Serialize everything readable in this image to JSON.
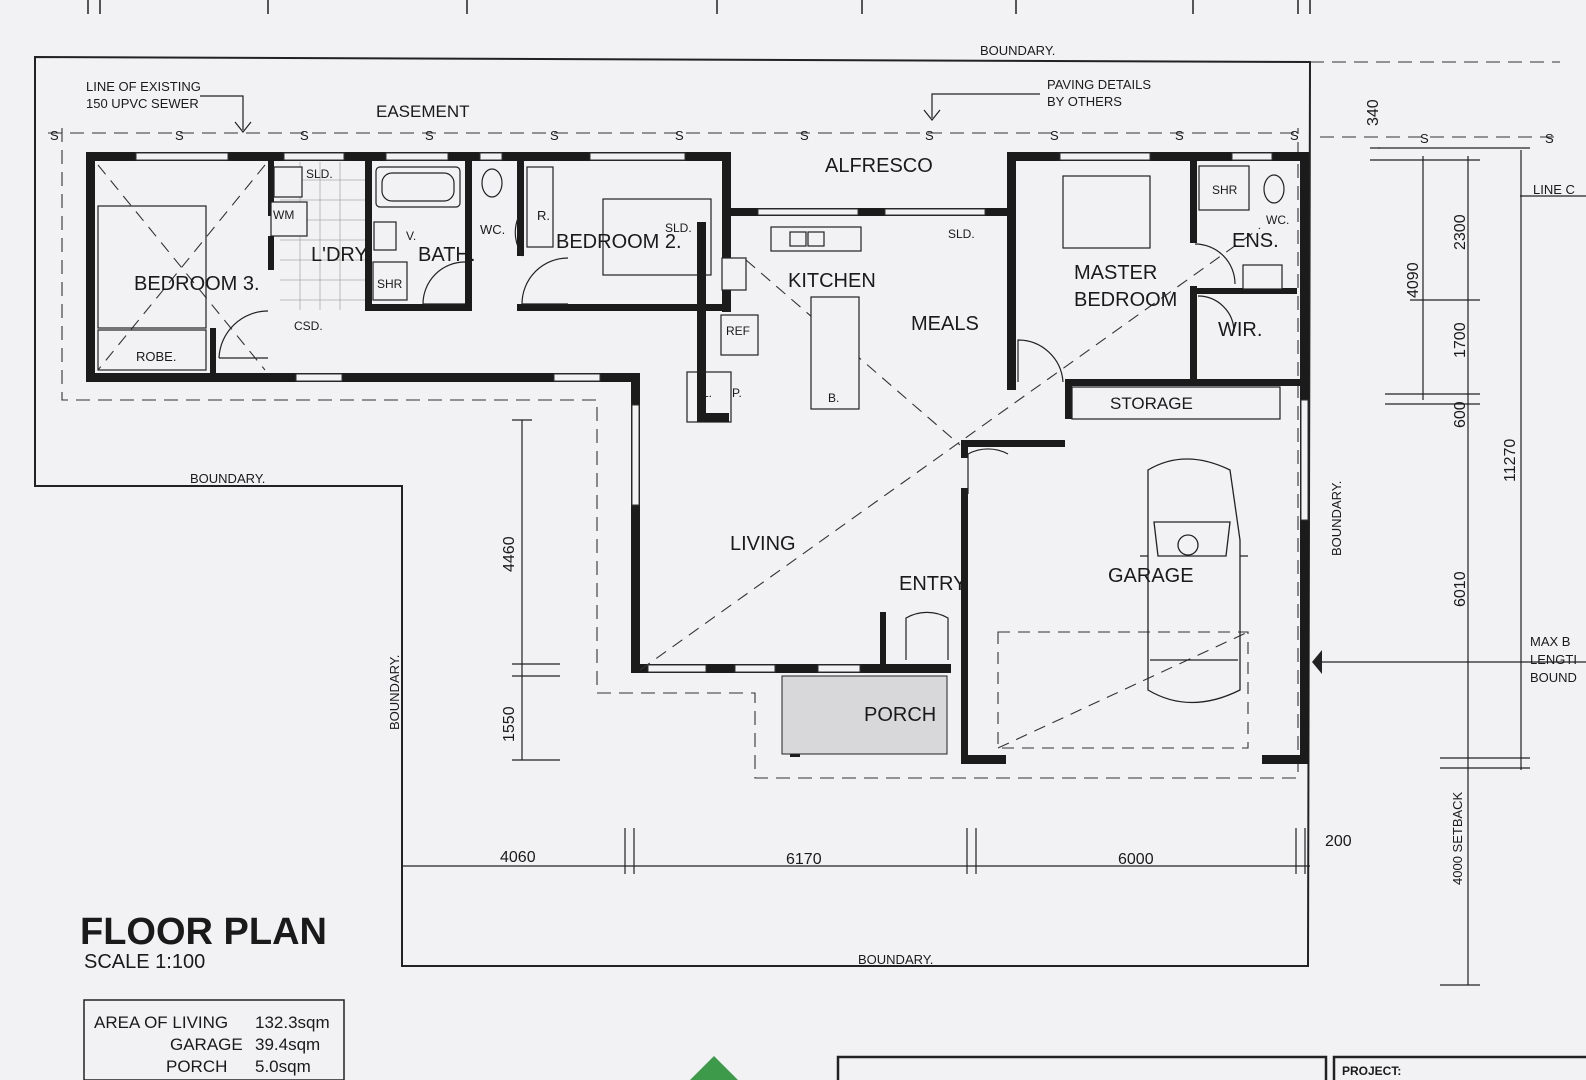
{
  "title": {
    "main": "FLOOR PLAN",
    "scale": "SCALE 1:100"
  },
  "notes": {
    "sewer_line1": "LINE OF EXISTING",
    "sewer_line2": "150 UPVC SEWER",
    "easement": "EASEMENT",
    "paving_line1": "PAVING DETAILS",
    "paving_line2": "BY OTHERS",
    "boundary_top": "BOUNDARY.",
    "boundary_left": "BOUNDARY.",
    "boundary_mid_left": "BOUNDARY.",
    "boundary_bottom": "BOUNDARY.",
    "boundary_right": "BOUNDARY.",
    "line_right": "LINE C",
    "maxb1": "MAX B",
    "maxb2": "LENGTI",
    "maxb3": "BOUND",
    "sewer_mark": "S"
  },
  "rooms": {
    "bedroom3": "BEDROOM 3.",
    "robe": "ROBE.",
    "csd": "CSD.",
    "wm": "WM",
    "laundry": "L'DRY",
    "sld_laundry": "SLD.",
    "v": "V.",
    "bath": "BATH.",
    "shr": "SHR",
    "wc1": "WC.",
    "r": "R.",
    "bedroom2": "BEDROOM 2.",
    "sld_bed2": "SLD.",
    "alfresco": "ALFRESCO",
    "kitchen": "KITCHEN",
    "sld_kitchen": "SLD.",
    "ref": "REF",
    "l": "L.",
    "p": "P.",
    "b": "B.",
    "meals": "MEALS",
    "master1": "MASTER",
    "master2": "BEDROOM",
    "shr2": "SHR",
    "wc2": "WC.",
    "ens": "ENS.",
    "wir": "WIR.",
    "storage": "STORAGE",
    "living": "LIVING",
    "entry": "ENTRY",
    "garage": "GARAGE",
    "porch": "PORCH"
  },
  "dimensions": {
    "d340": "340",
    "d2300": "2300",
    "d4090": "4090",
    "d1700": "1700",
    "d600": "600",
    "d11270": "11270",
    "d6010": "6010",
    "d4460": "4460",
    "d1550": "1550",
    "d4060": "4060",
    "d6170": "6170",
    "d6000": "6000",
    "d200": "200",
    "setback": "4000 SETBACK"
  },
  "areas": [
    {
      "label": "AREA OF LIVING",
      "value": "132.3sqm"
    },
    {
      "label": "GARAGE",
      "value": "39.4sqm"
    },
    {
      "label": "PORCH",
      "value": "5.0sqm"
    }
  ],
  "title_block": {
    "project": "PROJECT:"
  }
}
